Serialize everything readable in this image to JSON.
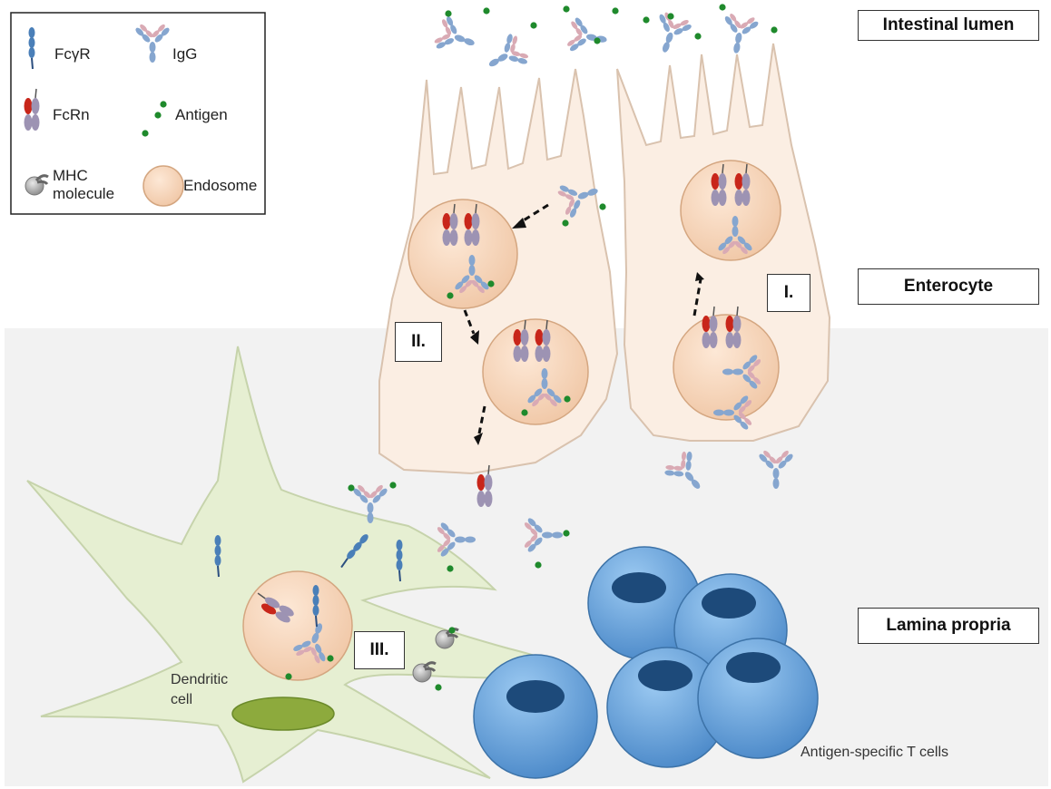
{
  "legend": {
    "items": [
      {
        "label": "FcγR"
      },
      {
        "label": "IgG"
      },
      {
        "label": "FcRn"
      },
      {
        "label": "Antigen"
      },
      {
        "label": "MHC molecule"
      },
      {
        "label": "Endosome"
      }
    ]
  },
  "regions": {
    "lumen": "Intestinal lumen",
    "enterocyte": "Enterocyte",
    "lamina": "Lamina propria"
  },
  "steps": {
    "one": "I.",
    "two": "II.",
    "three": "III."
  },
  "labels": {
    "dendritic_line1": "Dendritic",
    "dendritic_line2": "cell",
    "tcells": "Antigen-specific T cells"
  },
  "colors": {
    "lamina_bg": "#f2f2f2",
    "cell_fill": "#fbeee3",
    "endosome": "#f6d4b6",
    "fcrn_red": "#c8261a",
    "fcrn_purple": "#9d93b3",
    "igg_blue": "#86a6cf",
    "igg_pink": "#d9aab4",
    "antigen": "#1f8a2c",
    "dendritic": "#e6efd2",
    "tcell": "#5b9bd8"
  }
}
